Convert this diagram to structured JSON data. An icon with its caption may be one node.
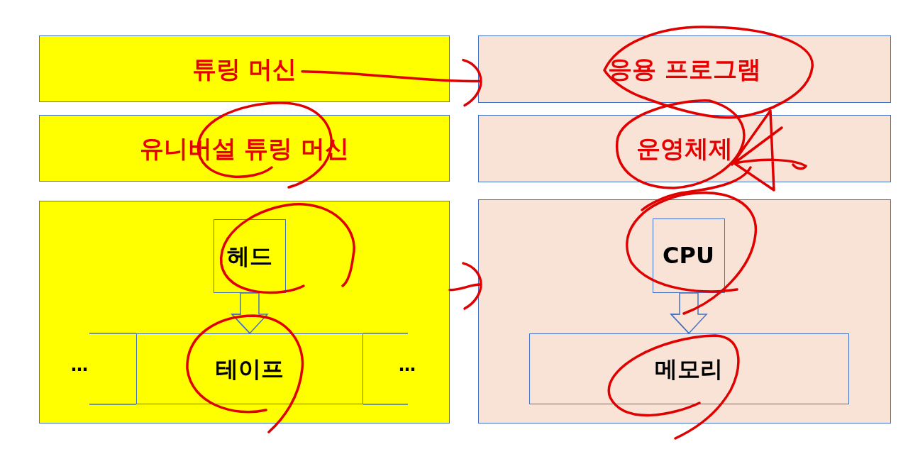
{
  "diagram": {
    "nodes": [
      {
        "text": [
          "튜링 머신"
        ]
      },
      {
        "text": [
          "유니버설 튜링 머신"
        ]
      },
      {
        "text": [],
        "shape": "box"
      },
      {
        "text": [
          "헤드"
        ],
        "in": 2
      },
      {
        "text": [
          "테이프"
        ],
        "in": 2
      },
      {
        "text": [
          "응용 프로그램"
        ]
      },
      {
        "text": [
          "운영체제"
        ]
      },
      {
        "text": [],
        "shape": "box"
      },
      {
        "text": [
          "CPU"
        ],
        "in": 7
      },
      {
        "text": [
          "메모리"
        ],
        "in": 7
      }
    ],
    "edges": [
      {
        "from": 0,
        "to": 5,
        "arrow": "to",
        "style": "thick",
        "color": "#e00000"
      },
      {
        "from": 2,
        "to": 7,
        "arrow": "to",
        "style": "thick",
        "color": "#e00000"
      },
      {
        "from": 3,
        "to": 4,
        "arrow": "to",
        "color": "#4472c4"
      },
      {
        "from": 8,
        "to": 9,
        "arrow": "to",
        "color": "#4472c4"
      }
    ],
    "labels": [
      "…",
      "…"
    ]
  }
}
